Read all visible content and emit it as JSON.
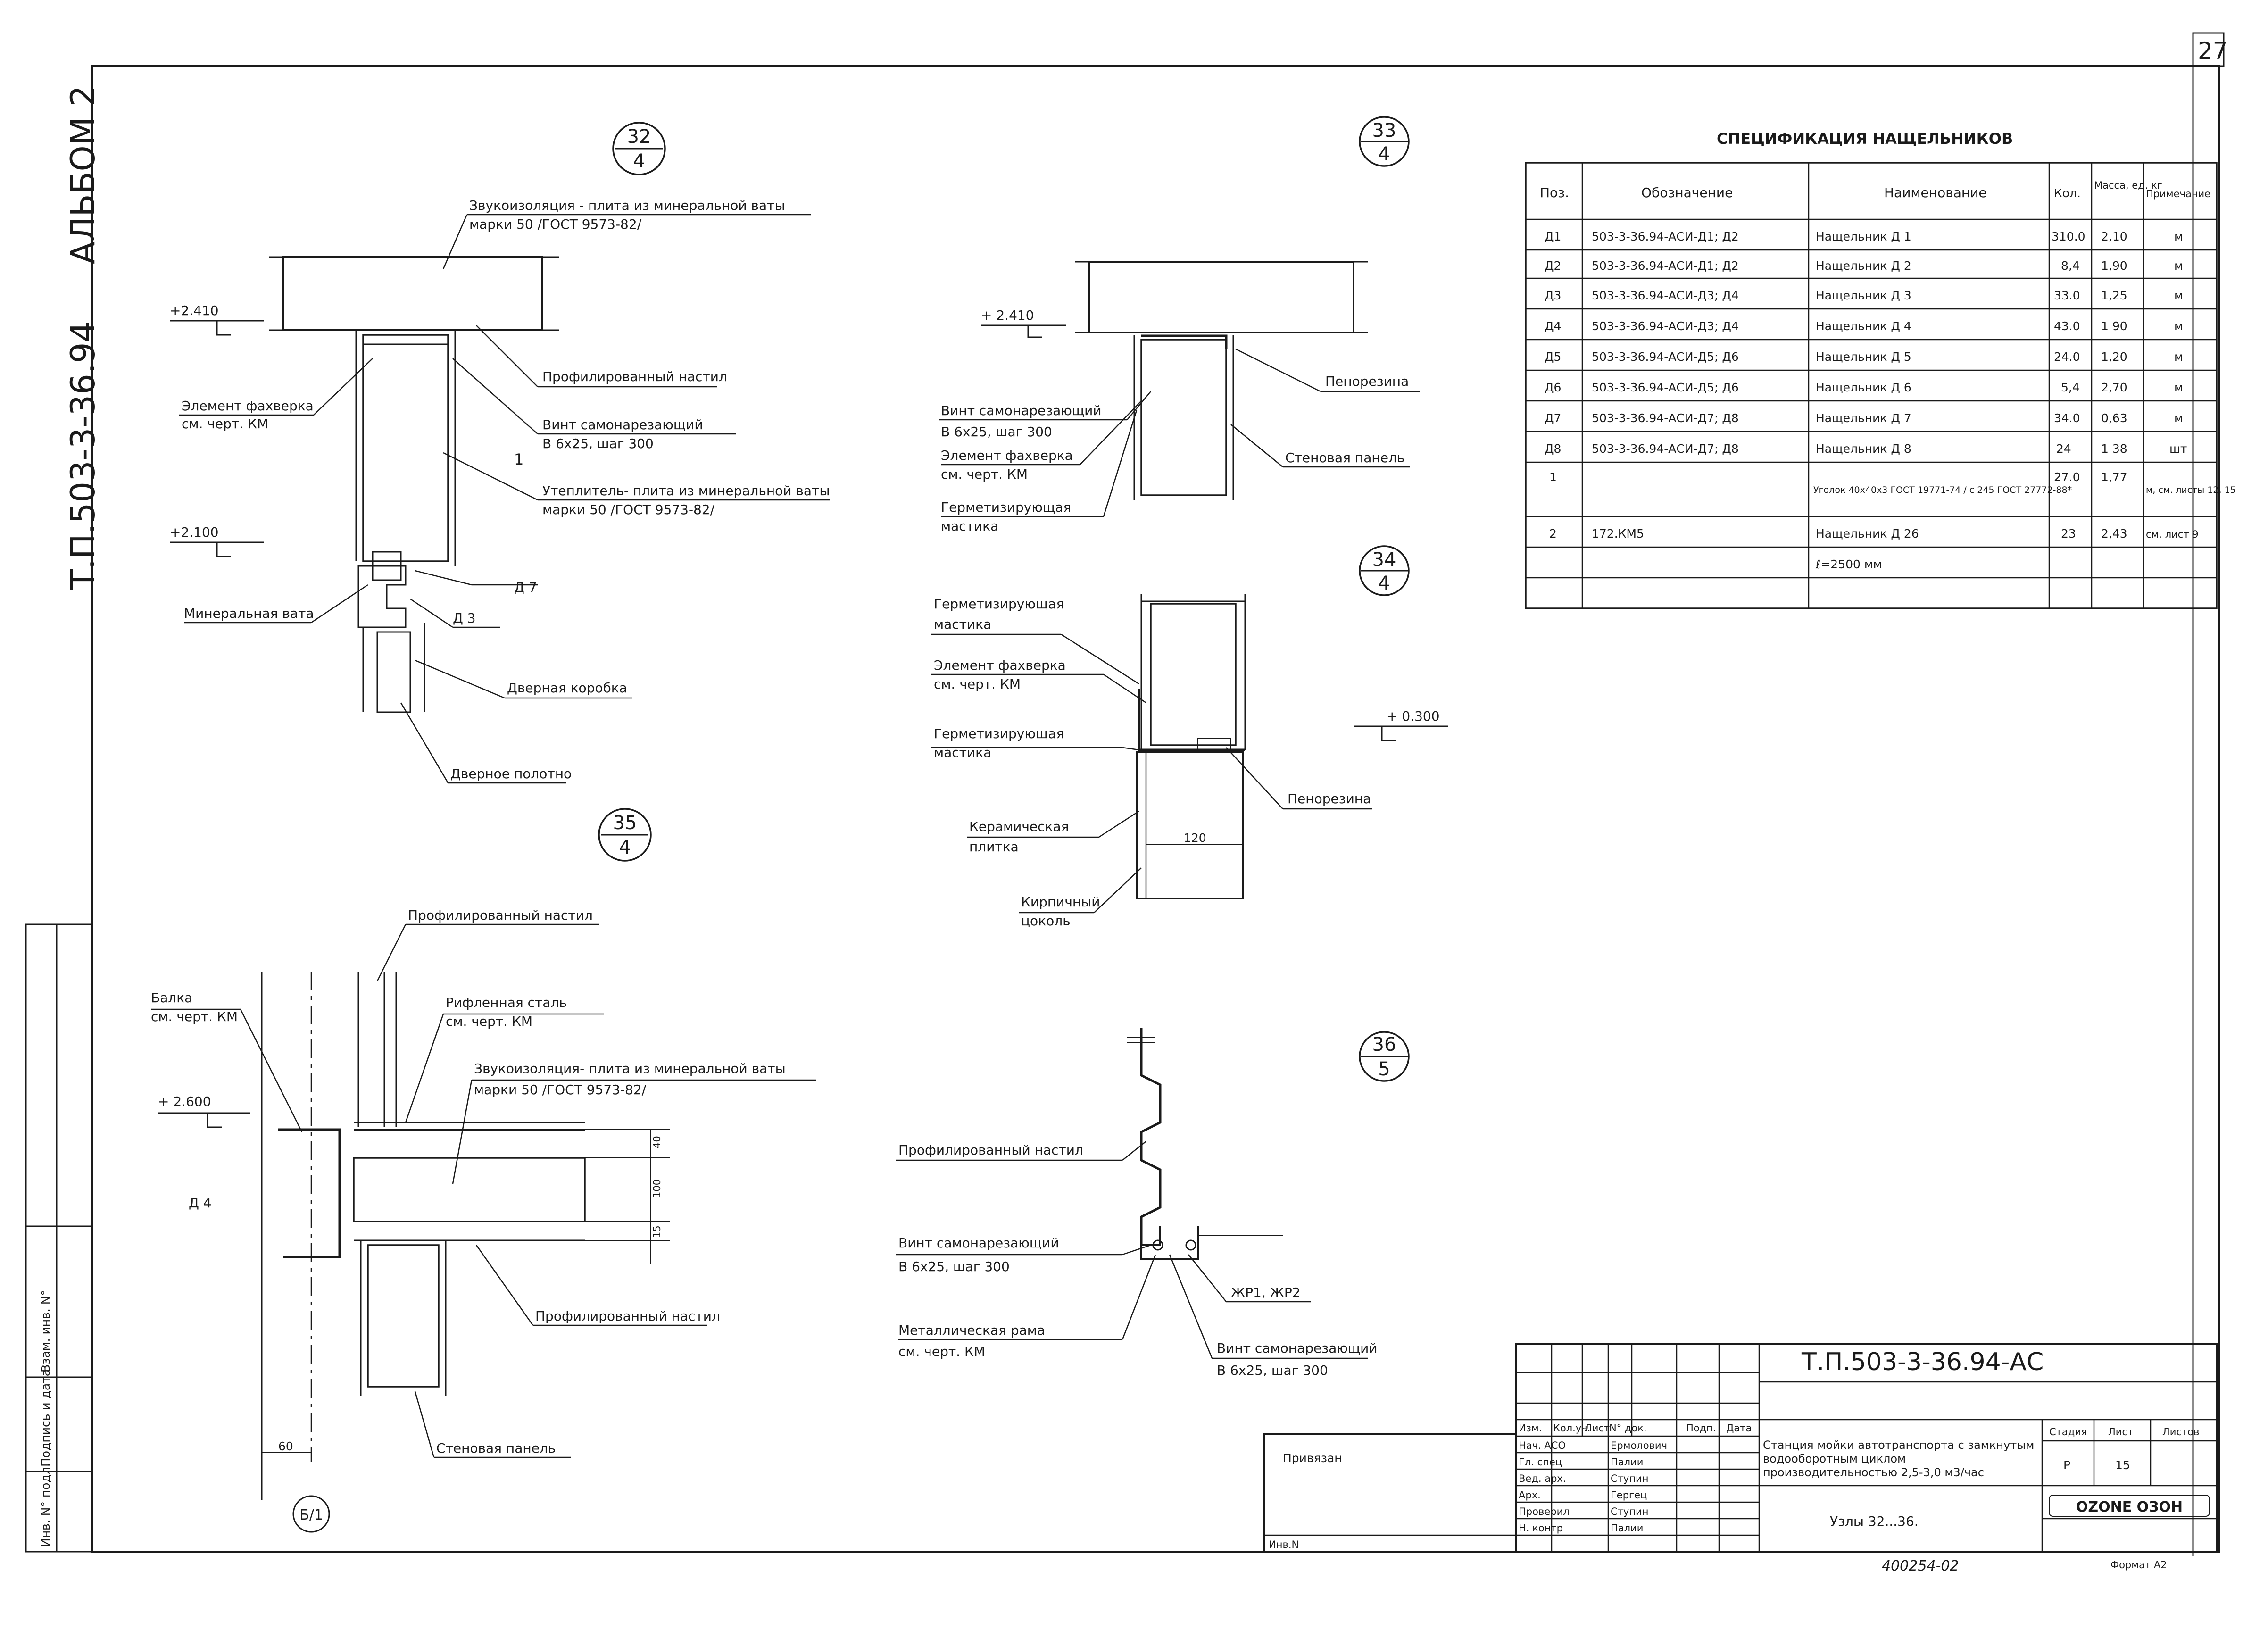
{
  "sheet": {
    "number": "27",
    "album": "АЛЬБОМ 2",
    "doc_code_vertical": "Т.П.503-3-36.94",
    "left_stamp": [
      "Инв. N° подл.",
      "Подпись и дата",
      "Взам. инв. N°"
    ],
    "bottom_note": "400254-02",
    "format": "Формат А2"
  },
  "nodes": {
    "n32": {
      "num": "32",
      "sheet": "4"
    },
    "n33": {
      "num": "33",
      "sheet": "4"
    },
    "n34": {
      "num": "34",
      "sheet": "4"
    },
    "n35": {
      "num": "35",
      "sheet": "4"
    },
    "n36": {
      "num": "36",
      "sheet": "5"
    },
    "axis": "Б/1"
  },
  "labels32": {
    "sound1": "Звукоизоляция - плита из минеральной ваты",
    "sound2": "марки 50 /ГОСТ 9573-82/",
    "elev1": "+2.410",
    "profnastil": "Профилированный настил",
    "fach1": "Элемент фахверка",
    "fach2": "см. черт. КМ",
    "vint1": "Винт самонарезающий",
    "vint2": "В 6х25, шаг 300",
    "num1": "1",
    "uteplitel1": "Утеплитель- плита из минеральной ваты",
    "uteplitel2": "марки 50 /ГОСТ 9573-82/",
    "elev2": "+2.100",
    "d7": "Д 7",
    "minvata": "Минеральная вата",
    "d3": "Д 3",
    "korobka": "Дверная коробка",
    "polotno": "Дверное полотно"
  },
  "labels33": {
    "elev": "+ 2.410",
    "vint1": "Винт самонарезающий",
    "vint2": "В 6х25, шаг 300",
    "penorezina": "Пенорезина",
    "fach1": "Элемент фахверка",
    "fach2": "см. черт. КМ",
    "stenpanel": "Стеновая панель",
    "germ1": "Герметизирующая",
    "germ2": "мастика"
  },
  "labels34": {
    "germ1": "Герметизирующая",
    "germ2": "мастика",
    "fach1": "Элемент фахверка",
    "fach2": "см. черт. КМ",
    "elev": "+ 0.300",
    "germ3": "Герметизирующая",
    "germ4": "мастика",
    "penorezina": "Пенорезина",
    "keram1": "Керамическая",
    "keram2": "плитка",
    "dim120": "120",
    "kirp1": "Кирпичный",
    "kirp2": "цоколь"
  },
  "labels35": {
    "profnastil": "Профилированный настил",
    "balka1": "Балка",
    "balka2": "см. черт. КМ",
    "rifl1": "Рифленная сталь",
    "rifl2": "см. черт. КМ",
    "sound1": "Звукоизоляция- плита из минеральной ваты",
    "sound2": "марки 50 /ГОСТ 9573-82/",
    "elev": "+ 2.600",
    "d4": "Д 4",
    "dim40": "40",
    "dim100": "100",
    "dim15": "15",
    "profnastil2": "Профилированный настил",
    "dim60": "60",
    "stenpanel": "Стеновая панель"
  },
  "labels36": {
    "profnastil": "Профилированный настил",
    "vint1": "Винт самонарезающий",
    "vint2": "В 6х25, шаг 300",
    "jr": "ЖР1, ЖР2",
    "metal1": "Металлическая рама",
    "metal2": "см. черт. КМ",
    "vint3": "Винт самонарезающий",
    "vint4": "В 6х25, шаг 300"
  },
  "spec": {
    "title": "СПЕЦИФИКАЦИЯ НАЩЕЛЬНИКОВ",
    "headers": [
      "Поз.",
      "Обозначение",
      "Наименование",
      "Кол.",
      "Масса, ед. кг",
      "Примечание"
    ],
    "rows": [
      [
        "Д1",
        "503-3-36.94-АСИ-Д1; Д2",
        "Нащельник Д 1",
        "310.0",
        "2,10",
        "м"
      ],
      [
        "Д2",
        "503-3-36.94-АСИ-Д1; Д2",
        "Нащельник Д 2",
        "8,4",
        "1,90",
        "м"
      ],
      [
        "Д3",
        "503-3-36.94-АСИ-Д3; Д4",
        "Нащельник Д 3",
        "33.0",
        "1,25",
        "м"
      ],
      [
        "Д4",
        "503-3-36.94-АСИ-Д3; Д4",
        "Нащельник Д 4",
        "43.0",
        "1 90",
        "м"
      ],
      [
        "Д5",
        "503-3-36.94-АСИ-Д5; Д6",
        "Нащельник Д 5",
        "24.0",
        "1,20",
        "м"
      ],
      [
        "Д6",
        "503-3-36.94-АСИ-Д5; Д6",
        "Нащельник Д 6",
        "5,4",
        "2,70",
        "м"
      ],
      [
        "Д7",
        "503-3-36.94-АСИ-Д7; Д8",
        "Нащельник Д 7",
        "34.0",
        "0,63",
        "м"
      ],
      [
        "Д8",
        "503-3-36.94-АСИ-Д7; Д8",
        "Нащельник Д 8",
        "24",
        "1 38",
        "шт"
      ],
      [
        "1",
        "",
        "Уголок 40х40х3 ГОСТ 19771-74 / с 245 ГОСТ 27772-88*",
        "27.0",
        "1,77",
        "м, см. листы 12, 15"
      ],
      [
        "2",
        "172.КМ5",
        "Нащельник Д 26",
        "23",
        "2,43",
        "см. лист 9"
      ],
      [
        "",
        "",
        "ℓ=2500 мм",
        "",
        "",
        ""
      ]
    ]
  },
  "title_block": {
    "code": "Т.П.503-3-36.94-АС",
    "header": [
      "Изм.",
      "Кол.уч.",
      "Лист",
      "N° док.",
      "Подп.",
      "Дата"
    ],
    "people": [
      [
        "Нач. АСО",
        "Ермолович"
      ],
      [
        "Гл. спец",
        "Палии"
      ],
      [
        "Вед. арх.",
        "Ступин"
      ],
      [
        "Арх.",
        "Гергец"
      ],
      [
        "Проверил",
        "Ступин"
      ],
      [
        "Н. контр",
        "Палии"
      ]
    ],
    "privyazan": "Привязан",
    "inv": "Инв.N",
    "project": "Станция мойки автотранспорта с замкнутым водооборотным циклом производительностью 2,5-3,0 м3/час",
    "stadia_label": "Стадия",
    "list_label": "Лист",
    "listov_label": "Листов",
    "stadia": "Р",
    "list": "15",
    "listov": "",
    "sheet_title": "Узлы 32...36.",
    "org": "OZONE ОЗОН"
  }
}
